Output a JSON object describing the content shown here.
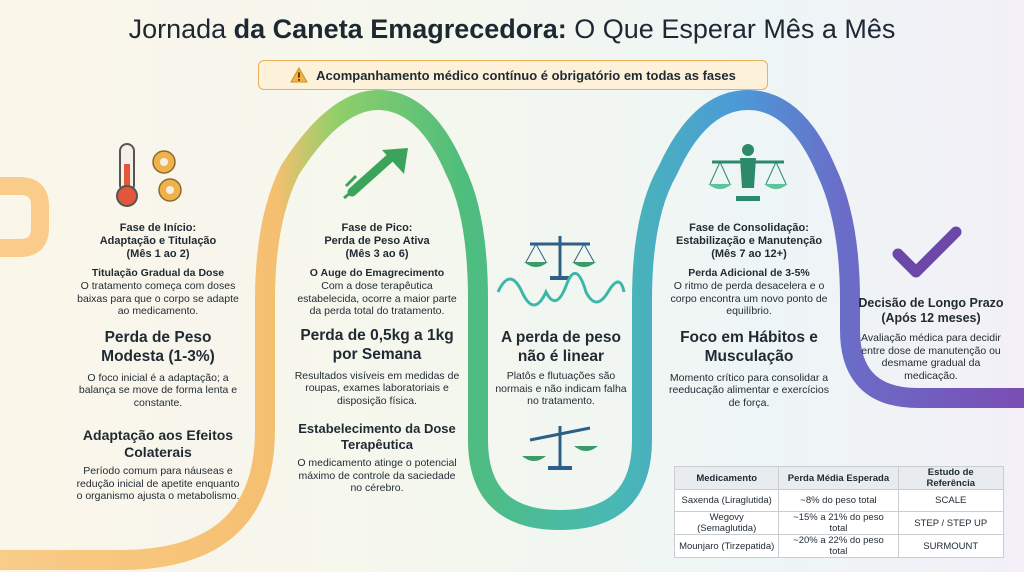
{
  "title_pre": "Jornada ",
  "title_bold": "da Caneta Emagrecedora:",
  "title_post": " O Que Esperar Mês a Mês",
  "warning": "Acompanhamento médico contínuo é obrigatório em todas as fases",
  "phase1": {
    "header": "Fase de Início:\nAdaptação e Titulação\n(Mês 1 ao 2)",
    "sub": "Titulação Gradual da Dose",
    "desc": "O tratamento começa com doses baixas para que o corpo se adapte ao medicamento.",
    "big": "Perda de Peso Modesta (1-3%)",
    "desc2": "O foco inicial é a adaptação; a balança se move de forma lenta e constante.",
    "big2": "Adaptação aos Efeitos Colaterais",
    "desc3": "Período comum para náuseas e redução inicial de apetite enquanto o organismo ajusta o metabolismo."
  },
  "phase2": {
    "header": "Fase de Pico:\nPerda de Peso Ativa\n(Mês 3 ao 6)",
    "sub": "O Auge do Emagrecimento",
    "desc": "Com a dose terapêutica estabelecida, ocorre a maior parte da perda total do tratamento.",
    "big": "Perda de 0,5kg a 1kg por Semana",
    "desc2": "Resultados visíveis em medidas de roupas, exames laboratoriais e disposição física.",
    "big2": "Estabelecimento da Dose Terapêutica",
    "desc3": "O medicamento atinge o potencial máximo de controle da saciedade no cérebro."
  },
  "middle": {
    "big": "A perda de peso não é linear",
    "desc": "Platôs e flutuações são normais e não indicam falha no tratamento."
  },
  "phase3": {
    "header": "Fase de Consolidação:\nEstabilização e Manutenção\n(Mês 7 ao 12+)",
    "sub": "Perda Adicional de 3-5%",
    "desc": "O ritmo de perda desacelera e o corpo encontra um novo ponto de equilíbrio.",
    "big": "Foco em Hábitos e Musculação",
    "desc2": "Momento crítico para consolidar a reeducação alimentar e exercícios de força."
  },
  "decision": {
    "header": "Decisão de Longo Prazo (Após 12 meses)",
    "desc": "Avaliação médica para decidir entre dose de manutenção ou desmame gradual da medicação."
  },
  "table": {
    "headers": [
      "Medicamento",
      "Perda Média Esperada",
      "Estudo de Referência"
    ],
    "rows": [
      [
        "Saxenda (Liraglutida)",
        "~8% do peso total",
        "SCALE"
      ],
      [
        "Wegovy (Semaglutida)",
        "~15% a 21% do peso total",
        "STEP / STEP UP"
      ],
      [
        "Mounjaro (Tirzepatida)",
        "~20% a 22% do peso total",
        "SURMOUNT"
      ]
    ]
  },
  "colors": {
    "orange": "#f7c27a",
    "green": "#5cc07a",
    "blue": "#4f9fd6",
    "purple": "#7b4fb5",
    "accent_green": "#4aa85a"
  }
}
